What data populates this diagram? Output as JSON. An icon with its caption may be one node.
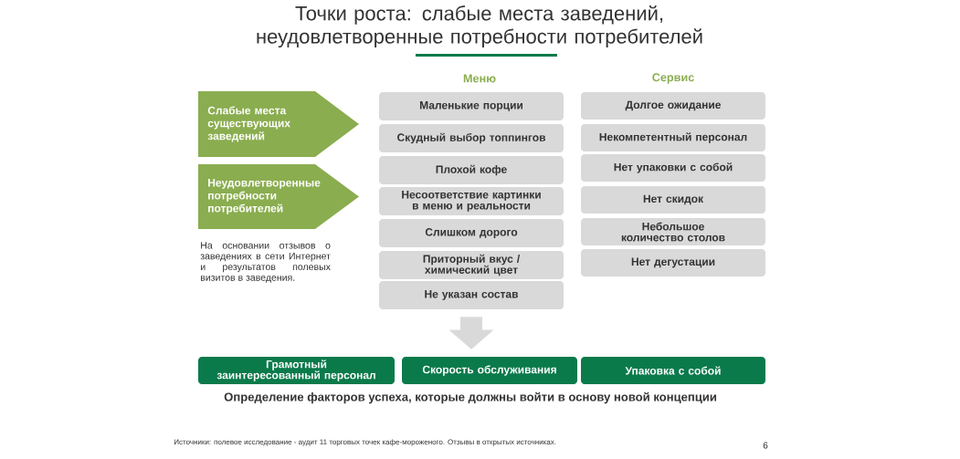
{
  "diagram": {
    "title": "Точки роста: слабые места заведений, неудовлетворенные потребности потребителей",
    "nodes": [
      {
        "text": [
          "Слабые места существующих заведений"
        ]
      },
      {
        "text": [
          "Неудовлетворенные потребности потребителей"
        ]
      },
      {
        "text": [
          "Маленькие порции"
        ]
      },
      {
        "text": [
          "Скудный выбор топпингов"
        ]
      },
      {
        "text": [
          "Плохой кофе"
        ]
      },
      {
        "text": [
          "Несоответствие картинки в меню и реальности"
        ]
      },
      {
        "text": [
          "Слишком дорого"
        ]
      },
      {
        "text": [
          "Приторный вкус / химический цвет"
        ]
      },
      {
        "text": [
          "Не указан состав"
        ]
      },
      {
        "text": [
          "Долгое ожидание"
        ]
      },
      {
        "text": [
          "Некомпетентный персонал"
        ]
      },
      {
        "text": [
          "Нет упаковки с собой"
        ]
      },
      {
        "text": [
          "Нет скидок"
        ]
      },
      {
        "text": [
          "Небольшое количество столов"
        ]
      },
      {
        "text": [
          "Нет дегустации"
        ]
      },
      {
        "text": [
          "Грамотный заинтересованный персонал"
        ]
      },
      {
        "text": [
          "Скорость обслуживания"
        ]
      },
      {
        "text": [
          "Упаковка с собой"
        ]
      }
    ],
    "edges": [
      {
        "from": 8,
        "to": 16,
        "arrow": "to",
        "color": "#d9d9d9"
      }
    ],
    "labels": [
      "Меню",
      "Сервис",
      "На основании отзывов о заведениях в сети Интернет и результатов полевых визитов в заведения.",
      "Определение факторов успеха, которые должны войти в основу новой концепции",
      "Источники: полевое исследование - аудит 11 торговых точек кафе-мороженого. Отзывы в открытых источниках.",
      "6"
    ]
  }
}
